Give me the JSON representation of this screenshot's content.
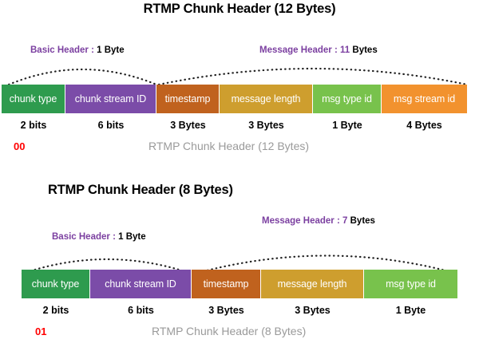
{
  "palette": {
    "green": "#2E9B4E",
    "purple": "#7B4CA8",
    "brown": "#C0621E",
    "gold": "#CE9E2E",
    "light_green": "#77C košr"
  },
  "colors": {
    "chunk_type": "#2E9B4E",
    "chunk_stream_id": "#7B4CA8",
    "timestamp": "#C0621E",
    "message_length": "#CE9E2E",
    "msg_type_id": "#78C24C",
    "msg_stream_id": "#F2922E",
    "accent_purple": "#7B3FA0",
    "code_red": "#FF0000",
    "caption_grey": "#9a9a9a"
  },
  "diagrams": [
    {
      "id": "diagram-12",
      "title": "RTMP Chunk Header (12 Bytes)",
      "basic_header": {
        "name": "Basic Header",
        "separator": " : ",
        "value": "1",
        "unit": "Byte"
      },
      "message_header": {
        "name": "Message Header",
        "separator": " : ",
        "value": "11",
        "unit": "Bytes"
      },
      "segments": [
        {
          "label": "chunk type",
          "size": "2 bits"
        },
        {
          "label": "chunk stream ID",
          "size": "6 bits"
        },
        {
          "label": "timestamp",
          "size": "3 Bytes"
        },
        {
          "label": "message length",
          "size": "3 Bytes"
        },
        {
          "label": "msg type id",
          "size": "1 Byte"
        },
        {
          "label": "msg stream id",
          "size": "4 Bytes"
        }
      ],
      "code": "00",
      "footer_caption": "RTMP Chunk Header (12 Bytes)"
    },
    {
      "id": "diagram-8",
      "title": "RTMP Chunk Header (8 Bytes)",
      "basic_header": {
        "name": "Basic Header",
        "separator": " : ",
        "value": "1",
        "unit": "Byte"
      },
      "message_header": {
        "name": "Message Header",
        "separator": " : ",
        "value": "7",
        "unit": "Bytes"
      },
      "segments": [
        {
          "label": "chunk type",
          "size": "2 bits"
        },
        {
          "label": "chunk stream ID",
          "size": "6 bits"
        },
        {
          "label": "timestamp",
          "size": "3 Bytes"
        },
        {
          "label": "message length",
          "size": "3 Bytes"
        },
        {
          "label": "msg type id",
          "size": "1 Byte"
        }
      ],
      "code": "01",
      "footer_caption": "RTMP Chunk Header (8 Bytes)"
    }
  ]
}
